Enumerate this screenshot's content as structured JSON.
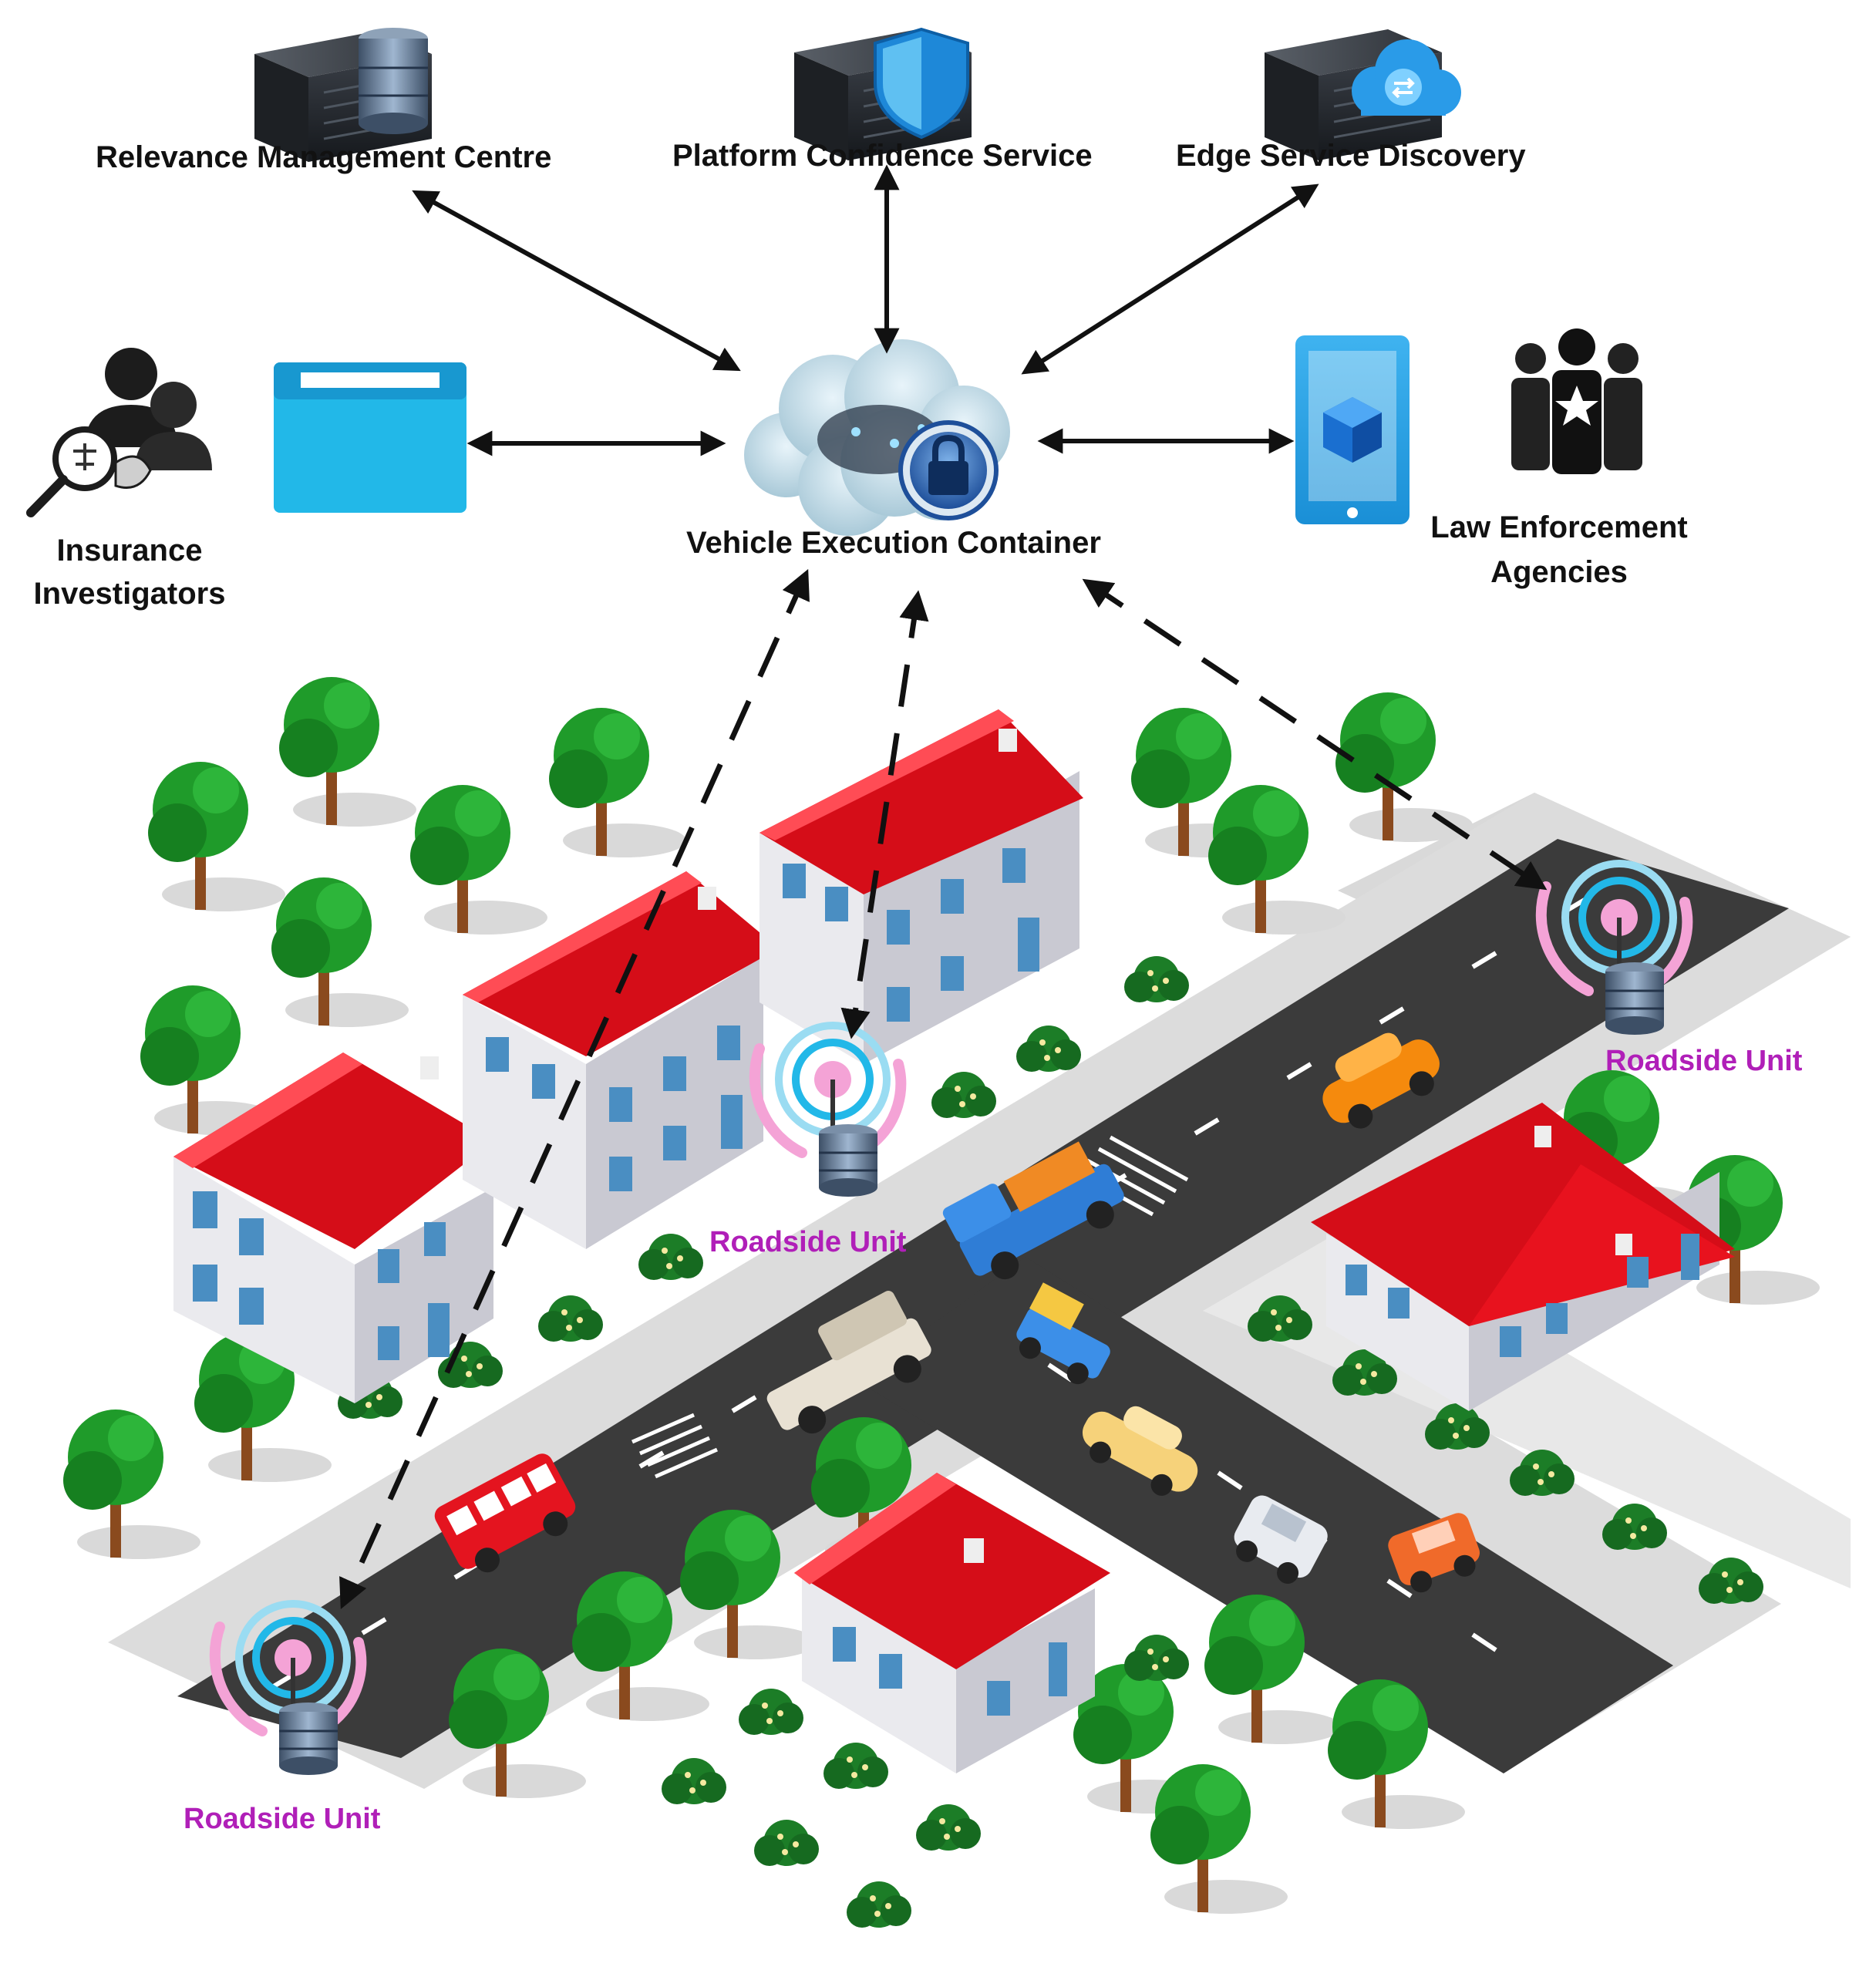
{
  "colors": {
    "accent_cyan": "#22b8e8",
    "roof_red": "#e8121e",
    "tree_green": "#1f9b2a",
    "road_dark": "#3b3b3b",
    "rsu_label": "#b01fb8",
    "arrow": "#111111"
  },
  "nodes": {
    "relevance": {
      "label": "Relevance Management Centre",
      "icon": "server-database-icon"
    },
    "confidence": {
      "label": "Platform Confidence Service",
      "icon": "server-shield-icon"
    },
    "discovery": {
      "label": "Edge Service Discovery",
      "icon": "server-cloud-icon"
    },
    "container": {
      "label": "Vehicle Execution Container",
      "icon": "cloud-lock-icon"
    },
    "insurance": {
      "label_line1": "Insurance",
      "label_line2": "Investigators",
      "icon": "investigators-icon"
    },
    "law": {
      "label_line1": "Law Enforcement",
      "label_line2": "Agencies",
      "icon": "officers-icon"
    },
    "web_window": {
      "icon": "browser-window-icon"
    },
    "mobile": {
      "icon": "tablet-cube-icon"
    }
  },
  "roadside_units": [
    {
      "label": "Roadside Unit",
      "icon": "signal-antenna-icon"
    },
    {
      "label": "Roadside Unit",
      "icon": "signal-antenna-icon"
    },
    {
      "label": "Roadside Unit",
      "icon": "signal-antenna-icon"
    }
  ]
}
